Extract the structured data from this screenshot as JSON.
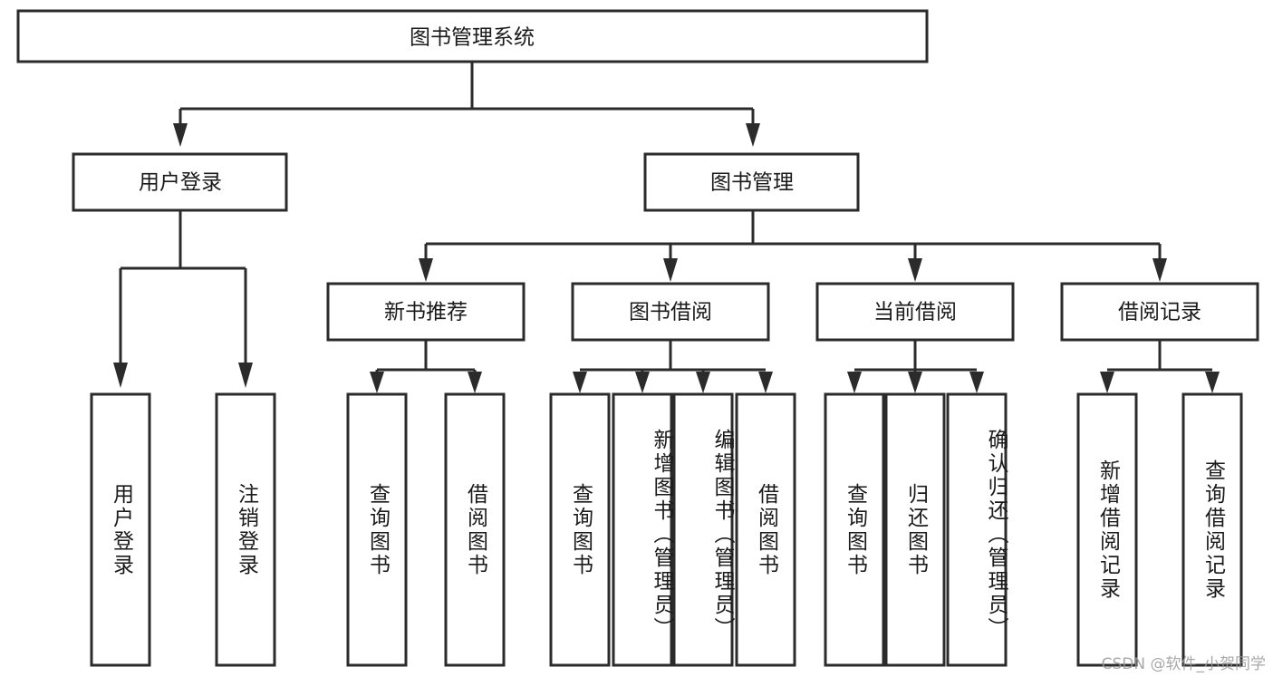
{
  "diagram": {
    "type": "tree-hierarchy",
    "title": "图书管理系统功能结构图",
    "orientation": "top-down",
    "root": {
      "id": "root",
      "label": "图书管理系统"
    },
    "level2": [
      {
        "id": "user-login",
        "label": "用户登录"
      },
      {
        "id": "book-manage",
        "label": "图书管理"
      }
    ],
    "level3": [
      {
        "id": "new-book-recommend",
        "label": "新书推荐",
        "parent": "book-manage"
      },
      {
        "id": "book-borrow",
        "label": "图书借阅",
        "parent": "book-manage"
      },
      {
        "id": "current-borrow",
        "label": "当前借阅",
        "parent": "book-manage"
      },
      {
        "id": "borrow-record",
        "label": "借阅记录",
        "parent": "book-manage"
      }
    ],
    "leaves": [
      {
        "id": "leaf-user-login",
        "label": "用户登录",
        "parent": "user-login"
      },
      {
        "id": "leaf-logout-login",
        "label": "注销登录",
        "parent": "user-login"
      },
      {
        "id": "leaf-query-book-1",
        "label": "查询图书",
        "parent": "new-book-recommend"
      },
      {
        "id": "leaf-borrow-book-1",
        "label": "借阅图书",
        "parent": "new-book-recommend"
      },
      {
        "id": "leaf-query-book-2",
        "label": "查询图书",
        "parent": "book-borrow"
      },
      {
        "id": "leaf-add-book",
        "label": "新增图书（管理员）",
        "parent": "book-borrow"
      },
      {
        "id": "leaf-edit-book",
        "label": "编辑图书（管理员）",
        "parent": "book-borrow"
      },
      {
        "id": "leaf-borrow-book-2",
        "label": "借阅图书",
        "parent": "book-borrow"
      },
      {
        "id": "leaf-query-book-3",
        "label": "查询图书",
        "parent": "current-borrow"
      },
      {
        "id": "leaf-return-book",
        "label": "归还图书",
        "parent": "current-borrow"
      },
      {
        "id": "leaf-confirm-return",
        "label": "确认归还（管理员）",
        "parent": "current-borrow"
      },
      {
        "id": "leaf-add-record",
        "label": "新增借阅记录",
        "parent": "borrow-record"
      },
      {
        "id": "leaf-query-record",
        "label": "查询借阅记录",
        "parent": "borrow-record"
      }
    ],
    "colors": {
      "box_fill": "#ffffff",
      "box_stroke": "#2b2b2b",
      "text": "#1a1a1a",
      "background": "#ffffff",
      "watermark": "#9a9a9a"
    }
  },
  "watermark": {
    "text": "CSDN @软件_小贺同学"
  }
}
